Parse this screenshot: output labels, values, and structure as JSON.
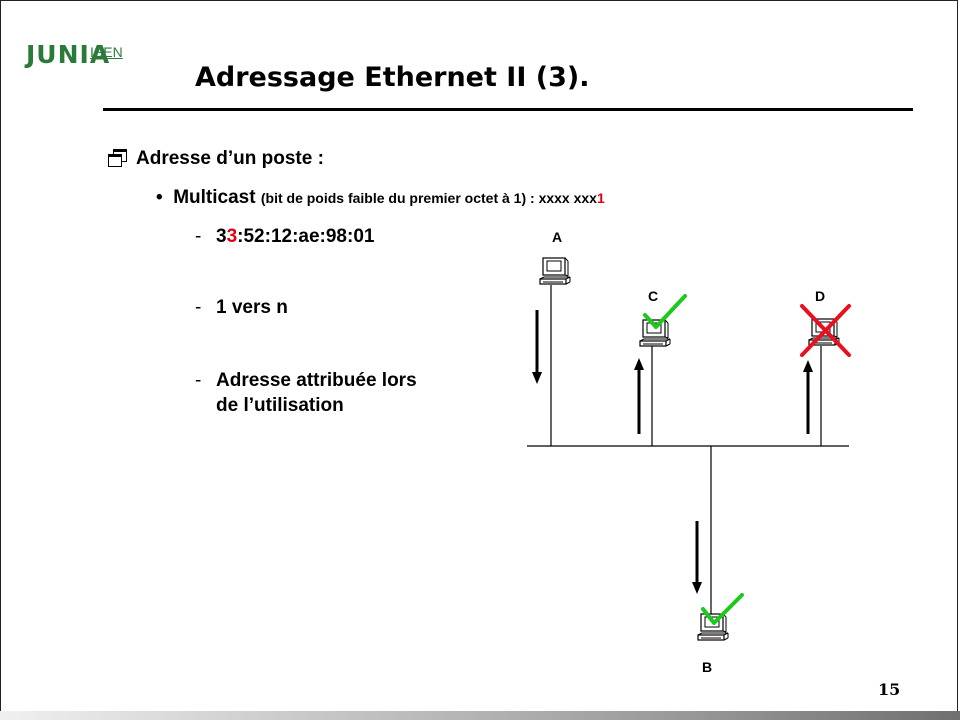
{
  "logo": {
    "main": "JUNIA",
    "sub": "ISEN"
  },
  "slide": {
    "title": "Adressage Ethernet II (3).",
    "page_number": "15"
  },
  "content": {
    "heading": "Adresse d’un poste :",
    "bullet": {
      "term": "Multicast",
      "detail": "(bit de poids faible du premier octet à 1)",
      "sep": " : ",
      "bits_prefix": "xxxx xxx",
      "bits_last": "1"
    },
    "subitems": {
      "addr_prefix": "3",
      "addr_highlight": "3",
      "addr_rest": ":52:12:ae:98:01",
      "one_to_n": "1 vers n",
      "assigned_line1": "Adresse attribuée lors",
      "assigned_line2": "de l’utilisation"
    }
  },
  "diagram": {
    "nodes": {
      "A": {
        "label": "A",
        "status": "sender"
      },
      "B": {
        "label": "B",
        "status": "accepted"
      },
      "C": {
        "label": "C",
        "status": "accepted"
      },
      "D": {
        "label": "D",
        "status": "rejected"
      }
    },
    "colors": {
      "check": "#1ec81e",
      "cross": "#e8101e",
      "line": "#000000"
    }
  }
}
